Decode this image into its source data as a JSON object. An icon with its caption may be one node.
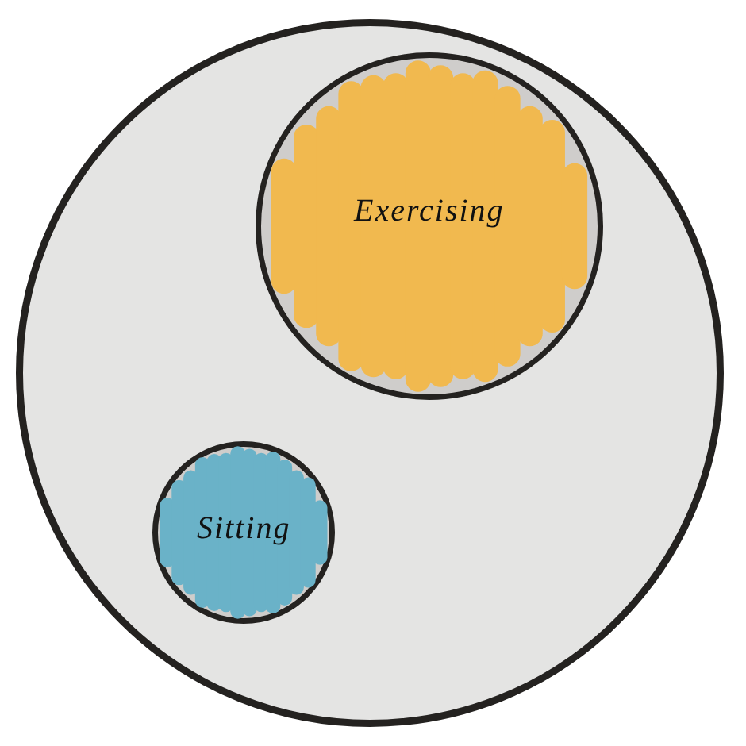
{
  "diagram": {
    "nodes": [
      {
        "text": [],
        "shape": "circle"
      },
      {
        "text": [
          "Exercising"
        ],
        "in": 0
      },
      {
        "text": [
          "Sitting"
        ],
        "in": 0
      }
    ],
    "edges": []
  }
}
